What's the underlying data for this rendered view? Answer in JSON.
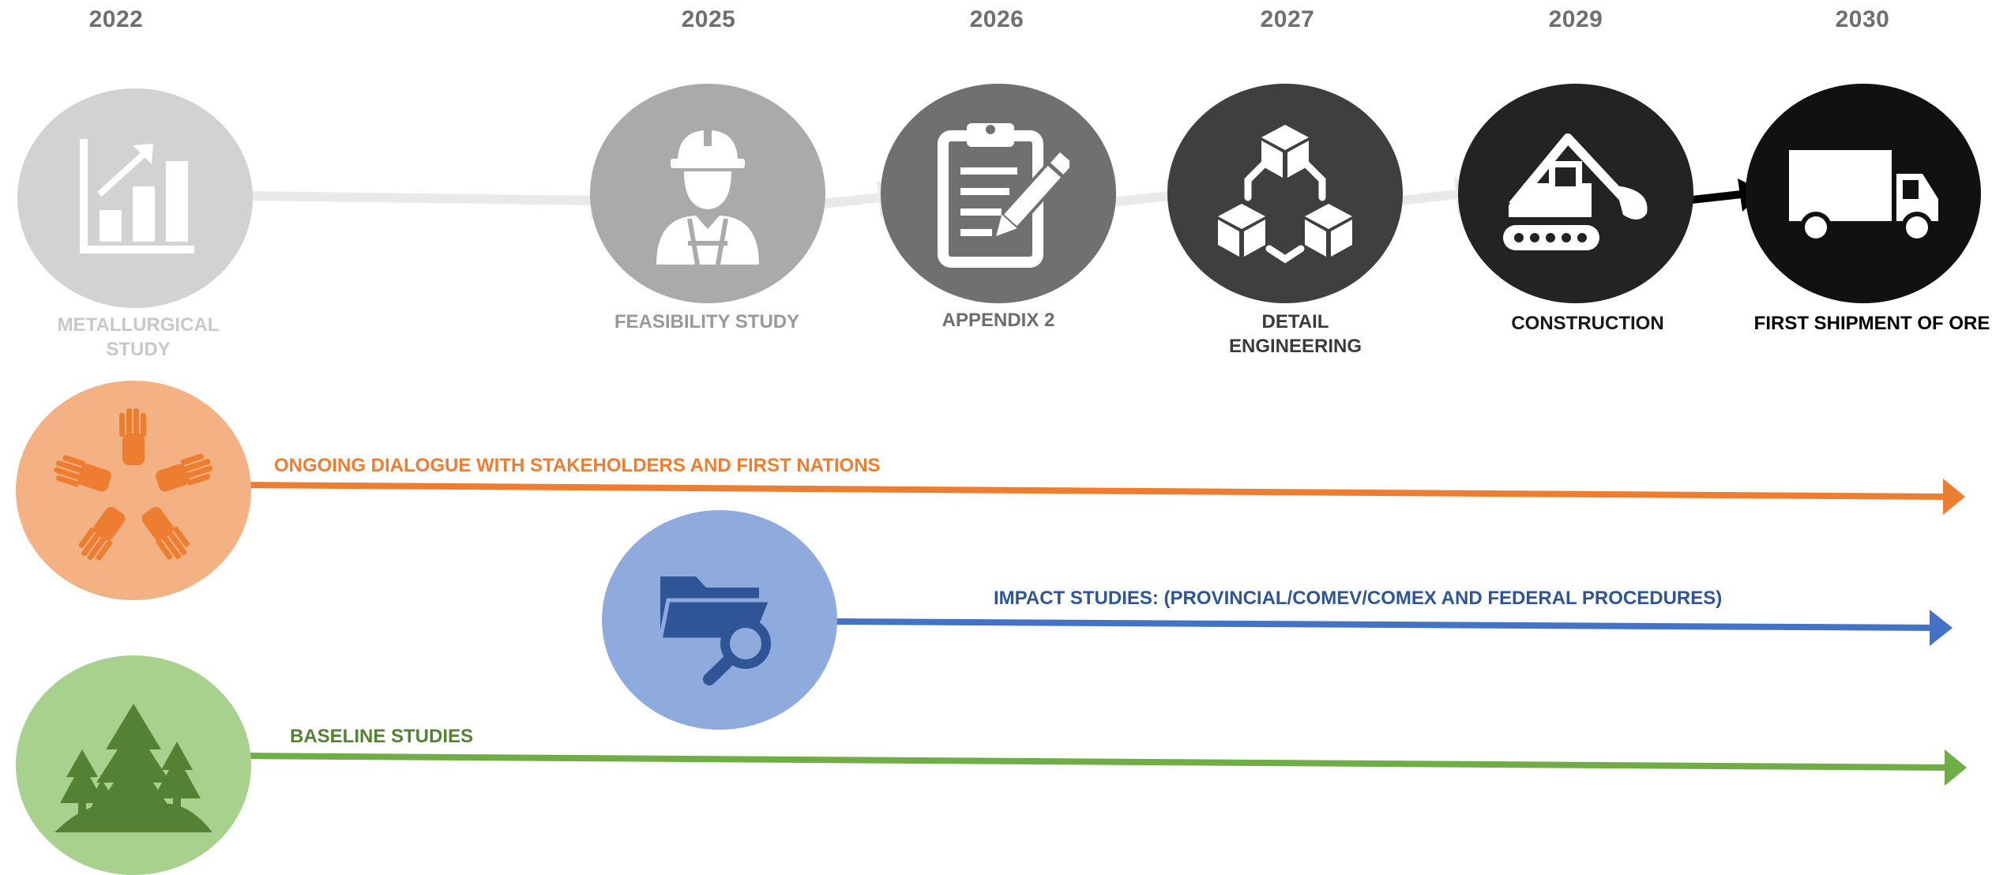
{
  "years": [
    "2022",
    "2025",
    "2026",
    "2027",
    "2029",
    "2030"
  ],
  "milestones": [
    {
      "label": "METALLURGICAL STUDY",
      "icon": "bar-chart-growth-icon",
      "circle_color": "#d3d2d2",
      "label_color": "#c9c8c8"
    },
    {
      "label": "FEASIBILITY STUDY",
      "icon": "engineer-hardhat-icon",
      "circle_color": "#acaaa9",
      "label_color": "#9a9998"
    },
    {
      "label": "APPENDIX 2",
      "icon": "clipboard-pencil-icon",
      "circle_color": "#72706f",
      "label_color": "#6f6d6c"
    },
    {
      "label": "DETAIL ENGINEERING",
      "icon": "connected-cubes-icon",
      "circle_color": "#3f3f3f",
      "label_color": "#3a3a3a"
    },
    {
      "label": "CONSTRUCTION",
      "icon": "excavator-icon",
      "circle_color": "#232323",
      "label_color": "#1a1a1a"
    },
    {
      "label": "FIRST SHIPMENT OF ORE",
      "icon": "truck-icon",
      "circle_color": "#111111",
      "label_color": "#000000"
    }
  ],
  "tracks": [
    {
      "label": "ONGOING DIALOGUE WITH STAKEHOLDERS AND FIRST NATIONS",
      "icon": "hands-circle-icon",
      "color": "#ed7d31",
      "circle_color": "#f4b183"
    },
    {
      "label": "IMPACT STUDIES: (PROVINCIAL/COMEV/COMEX AND FEDERAL PROCEDURES)",
      "icon": "folder-search-icon",
      "color": "#2f5597",
      "line_color": "#4472c4",
      "circle_color": "#8faadc"
    },
    {
      "label": "BASELINE STUDIES",
      "icon": "pine-trees-icon",
      "color": "#548235",
      "line_color": "#70ad47",
      "circle_color": "#a9d18e"
    }
  ]
}
